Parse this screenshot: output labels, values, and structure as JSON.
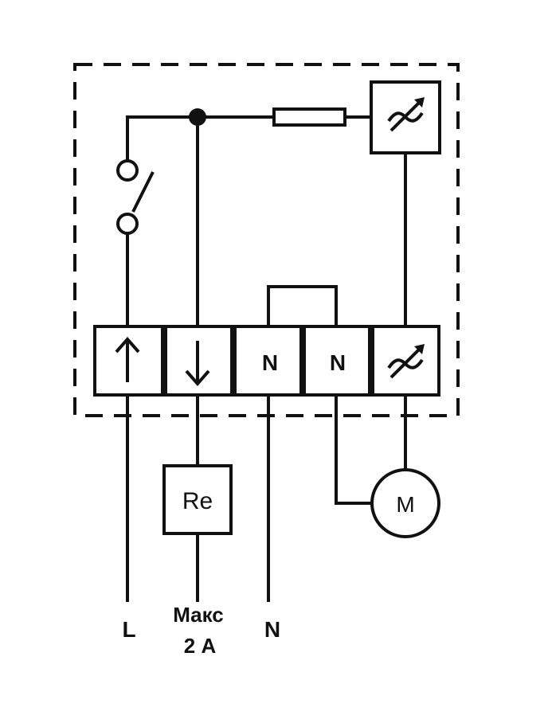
{
  "diagram": {
    "terminals": {
      "t3": "N",
      "t4": "N"
    },
    "relay_label": "Re",
    "motor_label": "M",
    "bottom_labels": {
      "l": "L",
      "max_line1": "Макс",
      "max_line2": "2 А",
      "n": "N"
    },
    "icons": {
      "t1": "arrow-up-icon",
      "t2": "arrow-down-icon",
      "t5": "variable-resistor-icon",
      "top_box": "variable-resistor-icon"
    },
    "colors": {
      "line": "#111111",
      "background": "#ffffff"
    }
  }
}
